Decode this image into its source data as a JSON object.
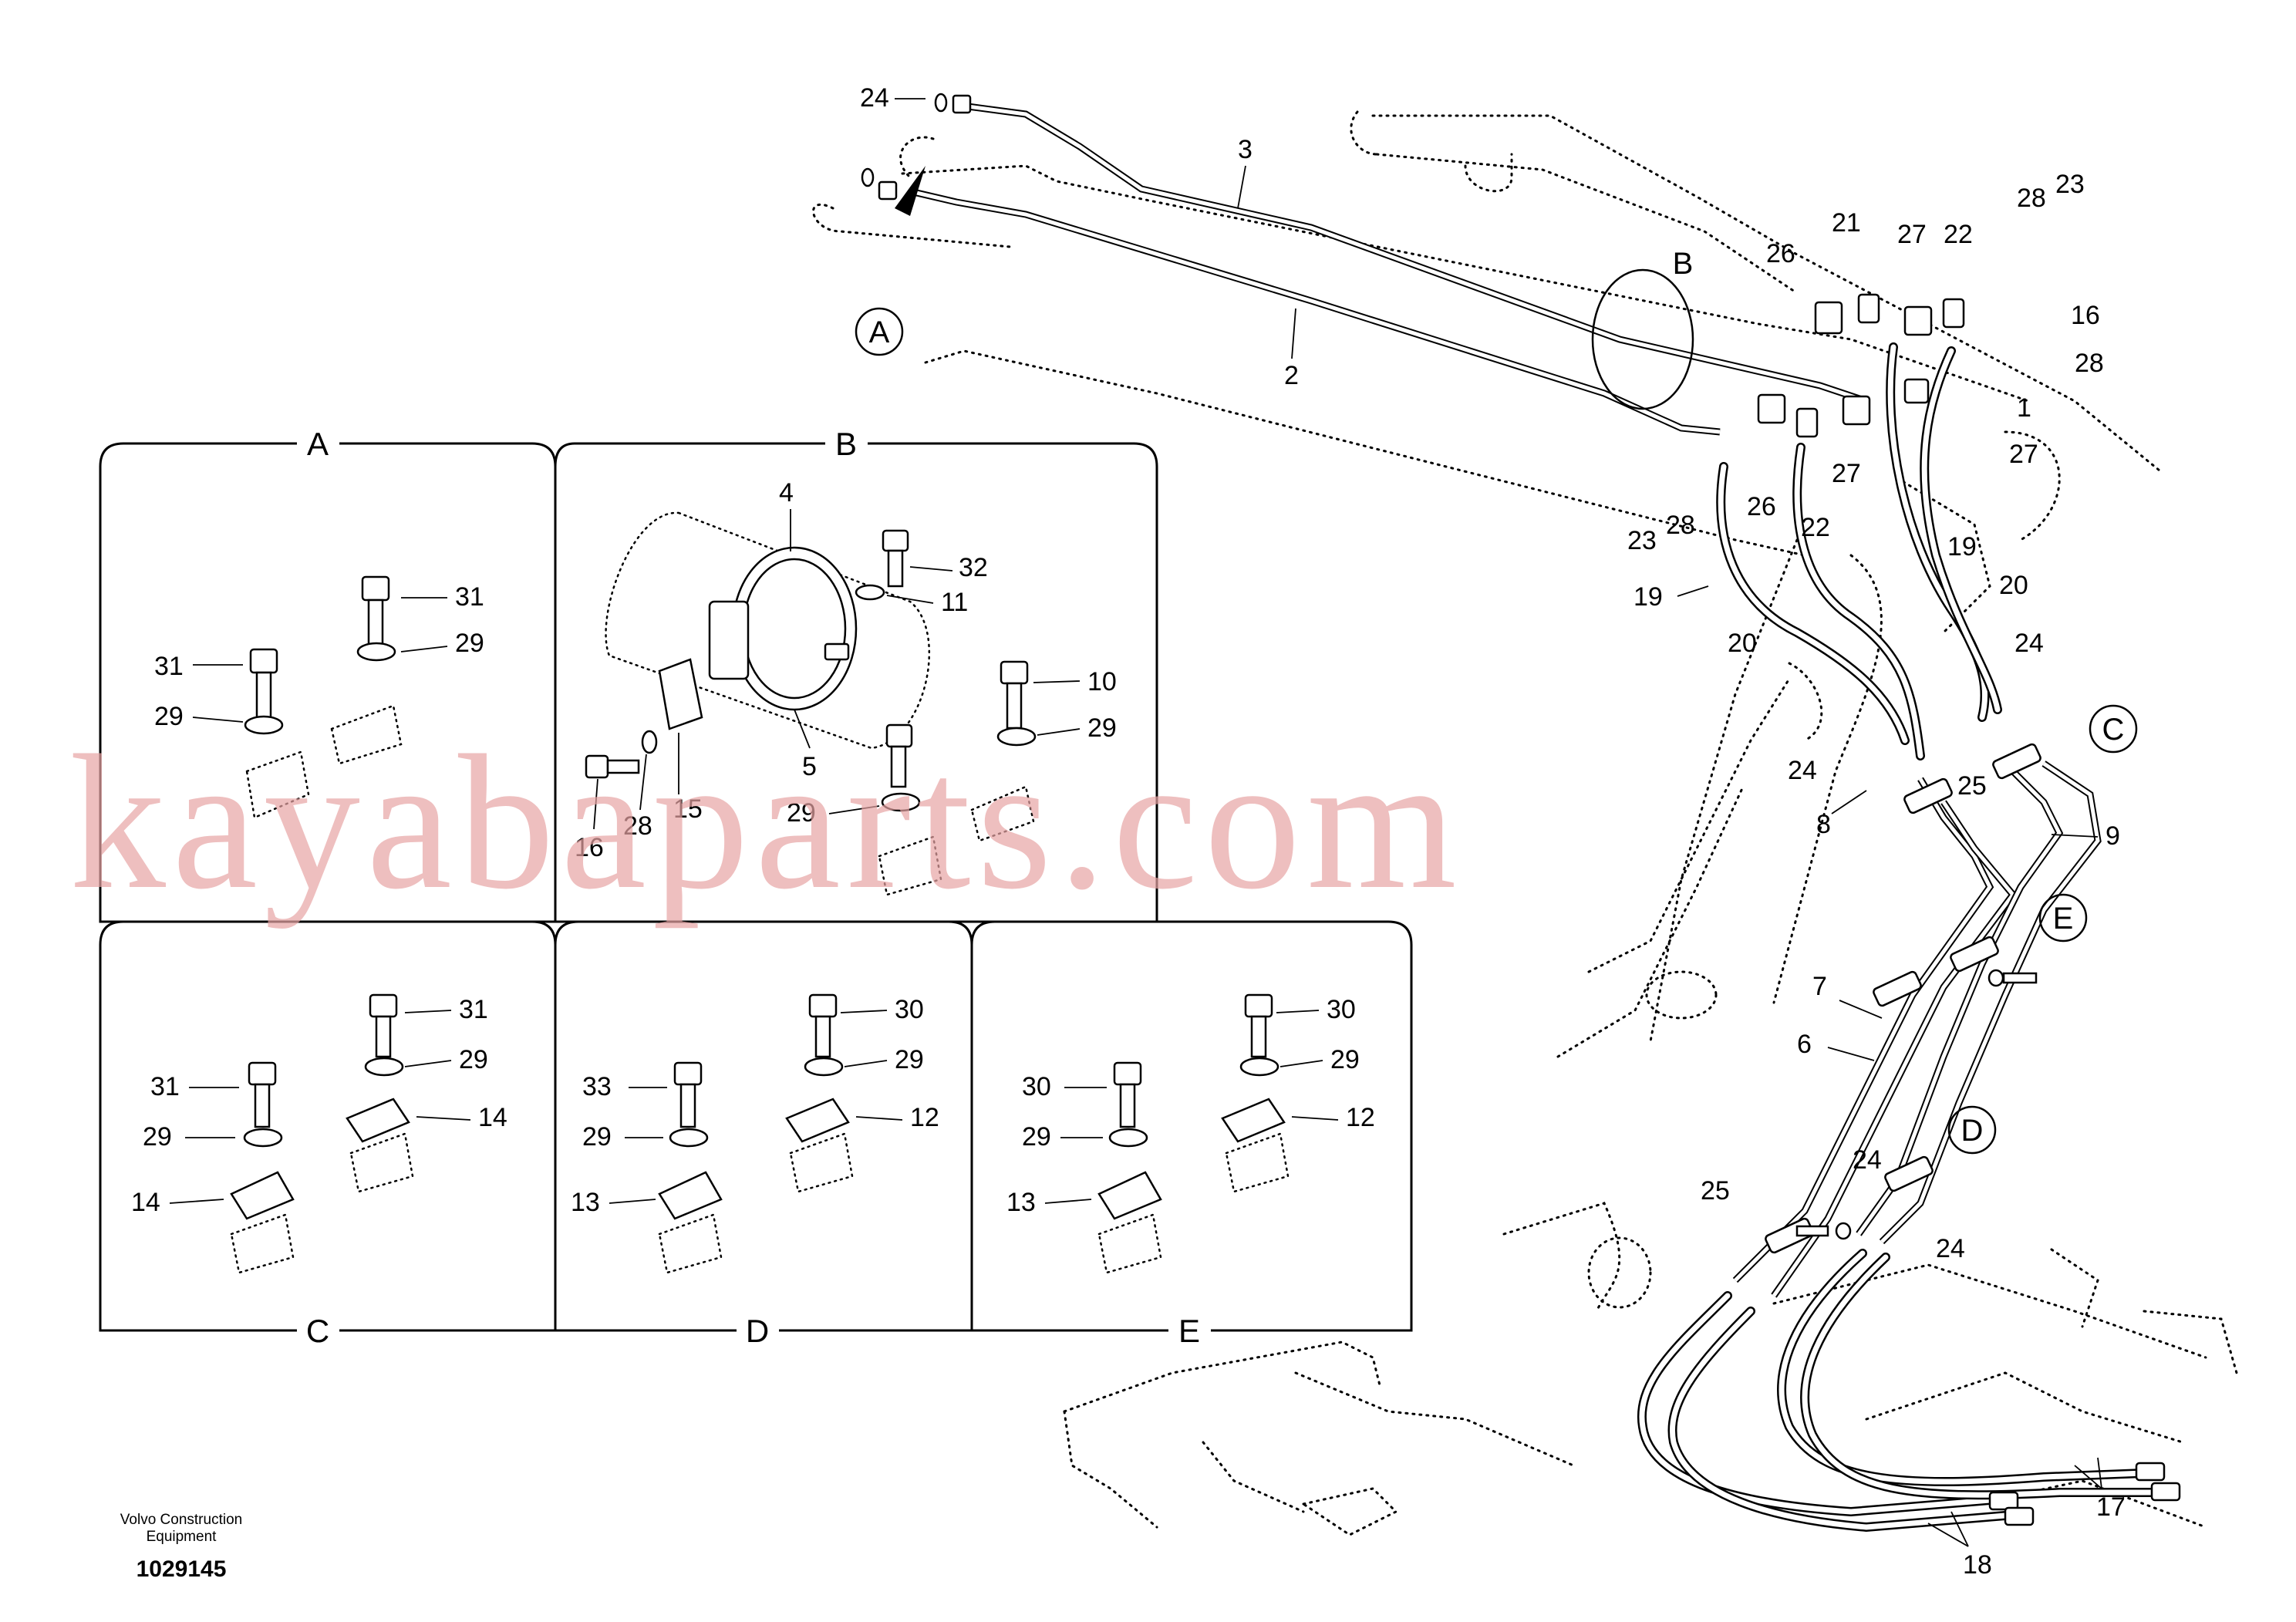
{
  "document": {
    "owner_line1": "Volvo Construction",
    "owner_line2": "Equipment",
    "number": "1029145"
  },
  "watermark": "kayabaparts.com",
  "detail_views": [
    {
      "id": "A",
      "title": "A"
    },
    {
      "id": "B",
      "title": "B"
    },
    {
      "id": "C",
      "title": "C"
    },
    {
      "id": "D",
      "title": "D"
    },
    {
      "id": "E",
      "title": "E"
    }
  ],
  "detail_markers": {
    "A": "A",
    "B": "B",
    "C": "C",
    "D": "D",
    "E": "E"
  },
  "callouts": {
    "c1": "1",
    "c2": "2",
    "c3": "3",
    "c4": "4",
    "c5": "5",
    "c6": "6",
    "c7": "7",
    "c8": "8",
    "c9": "9",
    "c10": "10",
    "c11": "11",
    "c12": "12",
    "c13": "13",
    "c14": "14",
    "c15": "15",
    "c16": "16",
    "c17": "17",
    "c18": "18",
    "c19": "19",
    "c20": "20",
    "c21": "21",
    "c22": "22",
    "c23": "23",
    "c24": "24",
    "c25": "25",
    "c26": "26",
    "c27": "27",
    "c28": "28",
    "c29": "29",
    "c30": "30",
    "c31": "31",
    "c32": "32",
    "c33": "33"
  },
  "colors": {
    "line": "#000000",
    "watermark": "#e8a4a4",
    "background": "#ffffff"
  }
}
